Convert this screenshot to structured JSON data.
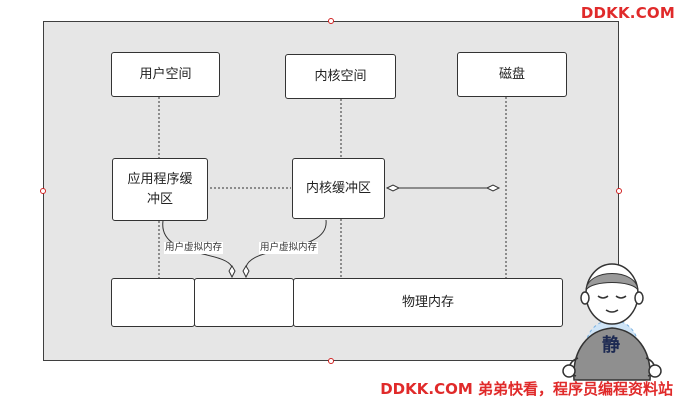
{
  "nodes": {
    "user_space": "用户空间",
    "kernel_space": "内核空间",
    "disk": "磁盘",
    "app_buffer_line1": "应用程序缓",
    "app_buffer_line2": "冲区",
    "kernel_buffer": "内核缓冲区",
    "physical_memory": "物理内存"
  },
  "edge_labels": {
    "left": "用户虚拟内存",
    "right": "用户虚拟内存"
  },
  "watermark": {
    "top": "DDKK.COM",
    "bottom": "DDKK.COM 弟弟快看，程序员编程资料站"
  },
  "mascot": {
    "char": "静",
    "icon": "meditating-monk-icon"
  },
  "colors": {
    "watermark": "#e02a2a",
    "canvas": "#e6e6e6",
    "handle": "#d02020"
  }
}
